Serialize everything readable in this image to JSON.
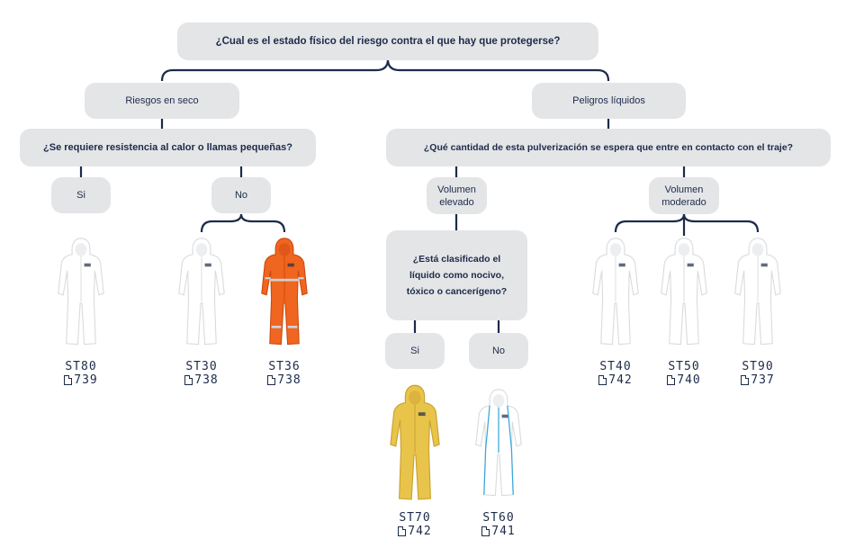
{
  "root": {
    "question": "¿Cual es el estado físico del riesgo contra el que hay que protegerse?"
  },
  "dry": {
    "label": "Riesgos en seco",
    "question": "¿Se requiere resistencia al calor o llamas pequeñas?",
    "yes": "Si",
    "no": "No"
  },
  "liquid": {
    "label": "Peligros líquidos",
    "question": "¿Qué cantidad de esta pulverización se espera que entre en contacto con el traje?",
    "high": "Volumen elevado",
    "moderate": "Volumen moderado",
    "classified_question": "¿Está clasificado el líquido como nocivo, tóxico o cancerígeno?",
    "yes": "Si",
    "no": "No"
  },
  "products": [
    {
      "code": "ST80",
      "page": "739",
      "color": "#ffffff"
    },
    {
      "code": "ST30",
      "page": "738",
      "color": "#ffffff"
    },
    {
      "code": "ST36",
      "page": "738",
      "color": "#f0651f"
    },
    {
      "code": "ST70",
      "page": "742",
      "color": "#e8c44a"
    },
    {
      "code": "ST60",
      "page": "741",
      "color": "#ffffff"
    },
    {
      "code": "ST40",
      "page": "742",
      "color": "#ffffff"
    },
    {
      "code": "ST50",
      "page": "740",
      "color": "#ffffff"
    },
    {
      "code": "ST90",
      "page": "737",
      "color": "#ffffff"
    }
  ],
  "colors": {
    "box": "#e4e5e7",
    "line": "#1c2b4a",
    "text": "#1c2b4a"
  }
}
